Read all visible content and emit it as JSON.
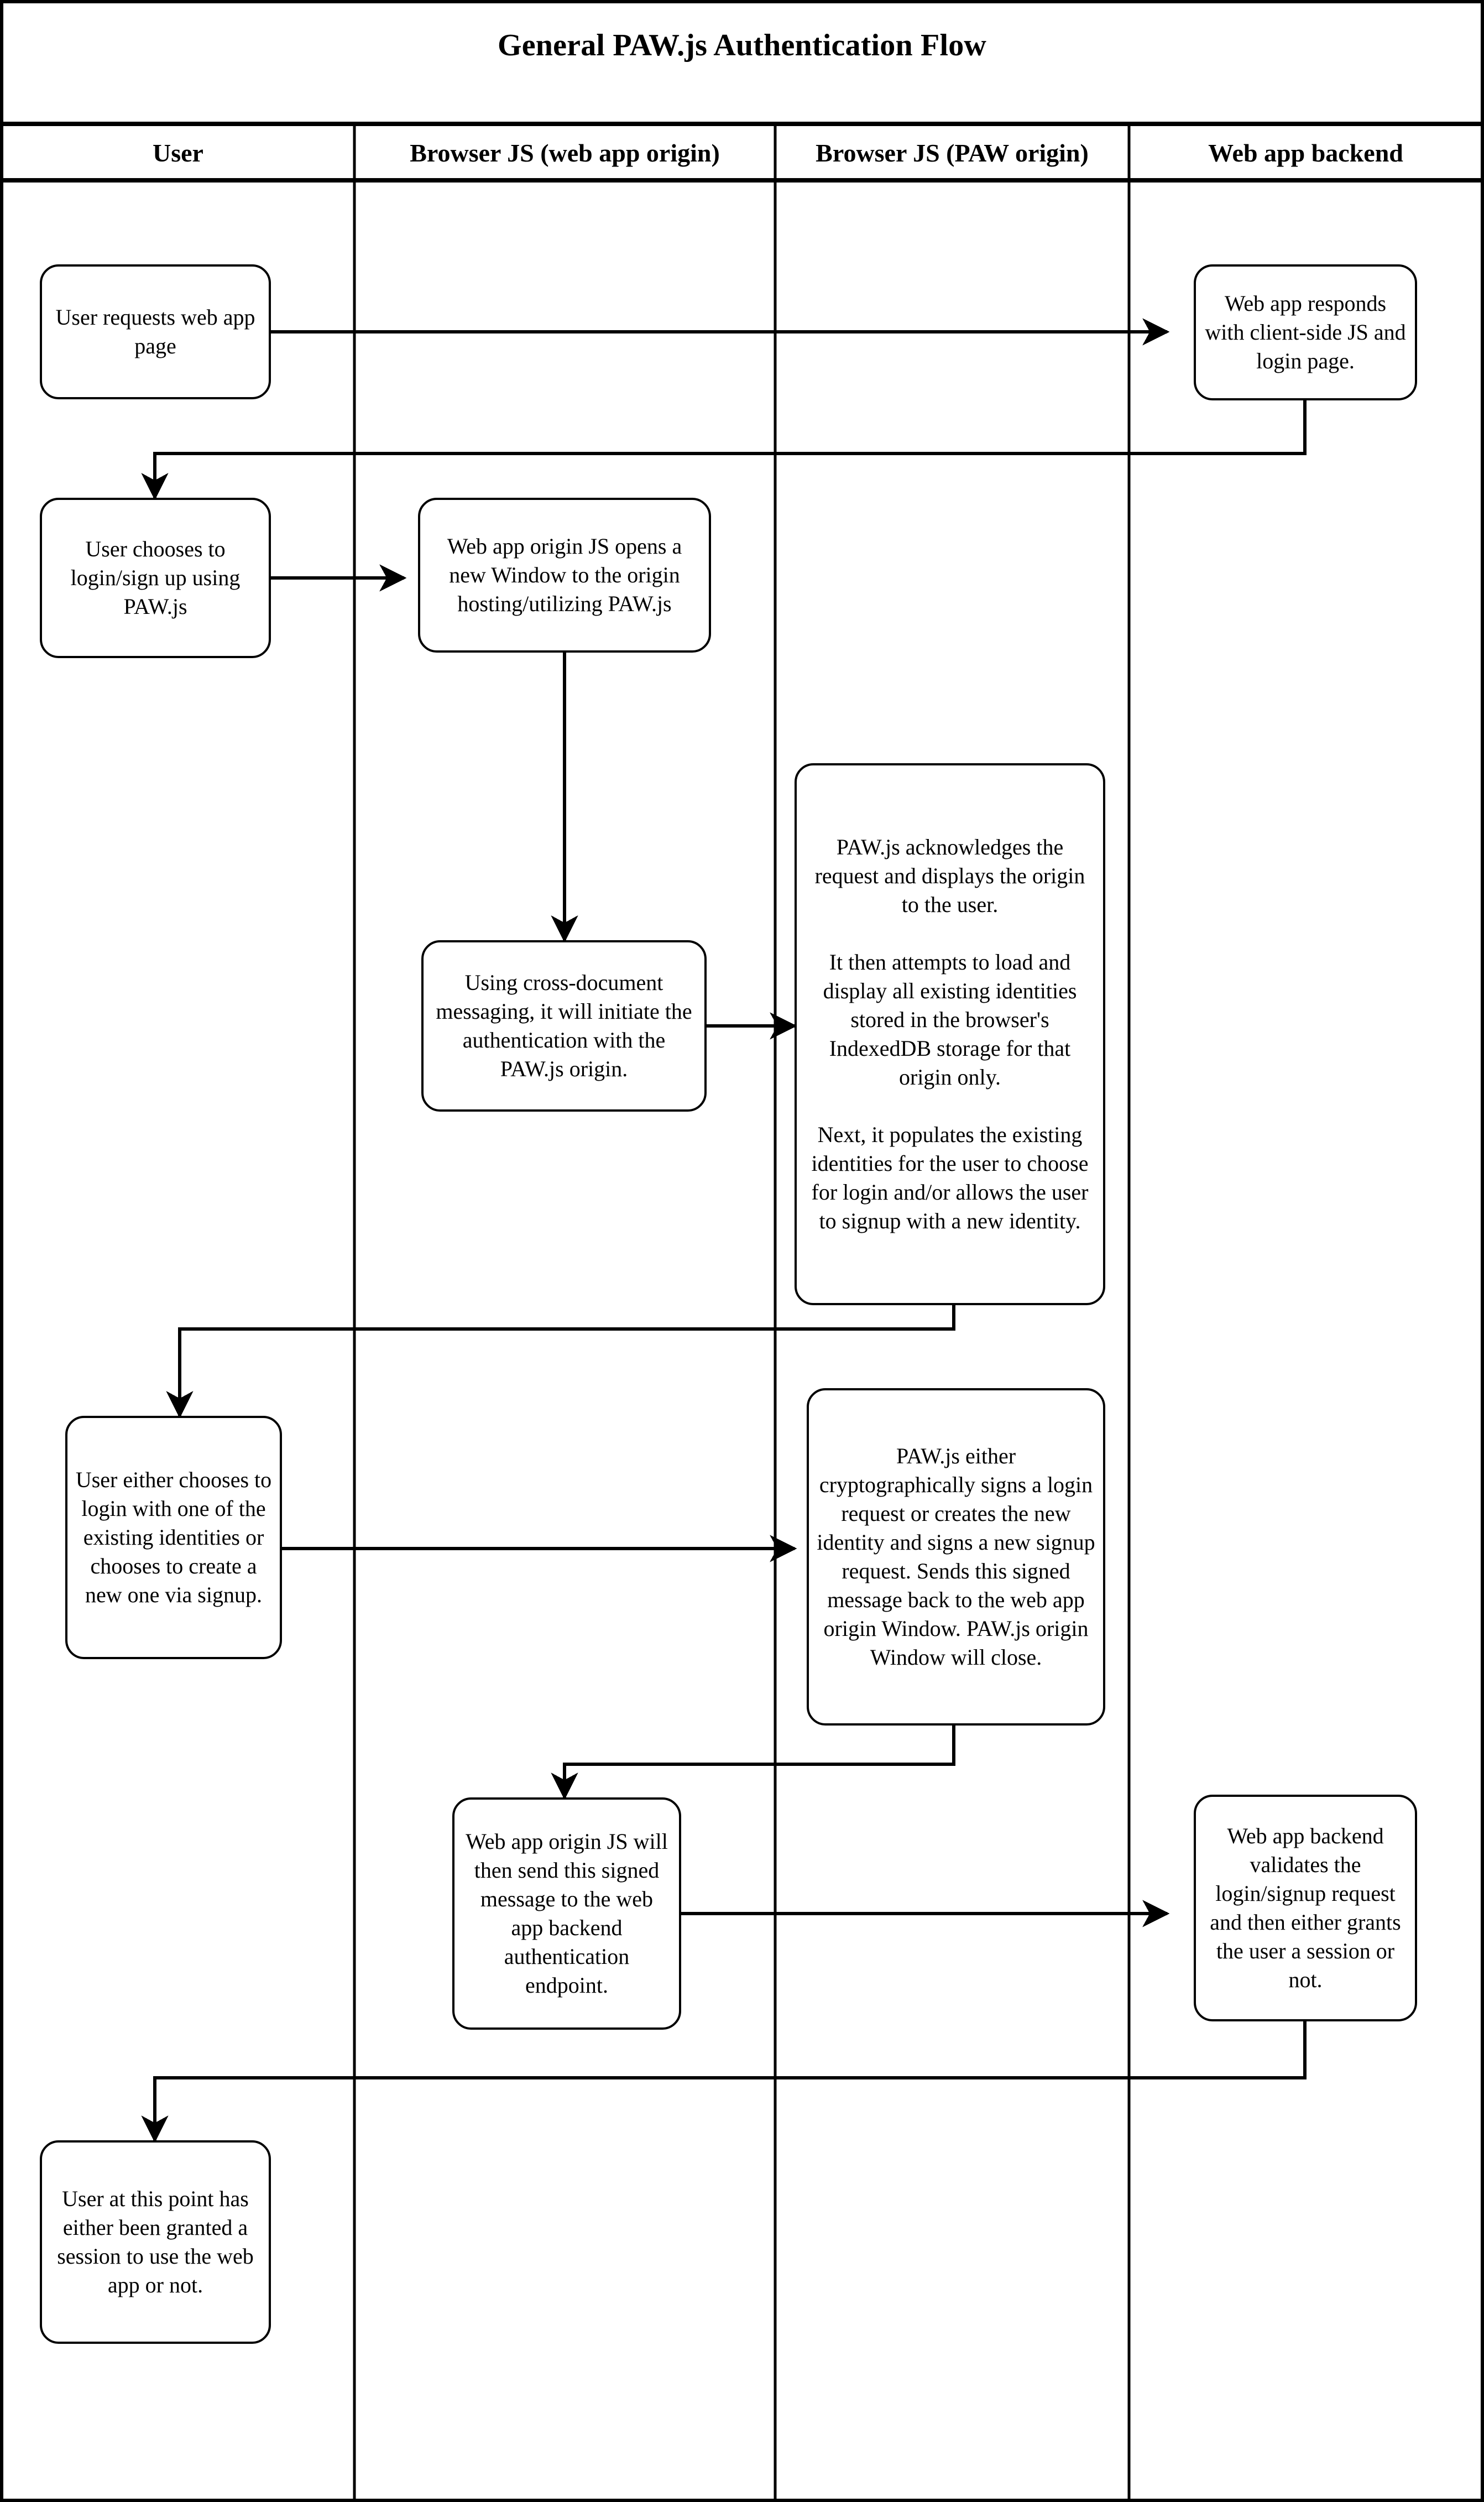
{
  "diagram": {
    "title": "General PAW.js Authentication Flow",
    "type": "swimlane-flowchart",
    "background": "#ffffff",
    "line_color": "#000000",
    "lanes": [
      {
        "id": "user",
        "label": "User"
      },
      {
        "id": "webapp_js",
        "label": "Browser JS (web app origin)"
      },
      {
        "id": "paw_js",
        "label": "Browser JS (PAW origin)"
      },
      {
        "id": "backend",
        "label": "Web app backend"
      }
    ],
    "nodes": [
      {
        "id": "n1",
        "lane": "user",
        "paragraphs": [
          "User requests web app page"
        ]
      },
      {
        "id": "n2",
        "lane": "backend",
        "paragraphs": [
          "Web app responds with client-side JS and login page."
        ]
      },
      {
        "id": "n3",
        "lane": "user",
        "paragraphs": [
          "User chooses to login/sign up using PAW.js"
        ]
      },
      {
        "id": "n4",
        "lane": "webapp_js",
        "paragraphs": [
          "Web app origin JS opens a new Window to the origin hosting/utilizing PAW.js"
        ]
      },
      {
        "id": "n5",
        "lane": "webapp_js",
        "paragraphs": [
          "Using cross-document messaging, it will initiate the authentication with the PAW.js origin."
        ]
      },
      {
        "id": "n6",
        "lane": "paw_js",
        "paragraphs": [
          "PAW.js acknowledges the request and displays the origin to the user.",
          "It then attempts to load and display all existing identities stored in the browser's IndexedDB storage for that origin only.",
          "Next, it populates the existing identities for the user to choose for login and/or allows the user to signup with a new identity."
        ]
      },
      {
        "id": "n7",
        "lane": "user",
        "paragraphs": [
          "User either chooses to login with one of the existing identities or chooses to create a new one via signup."
        ]
      },
      {
        "id": "n8",
        "lane": "paw_js",
        "paragraphs": [
          "PAW.js either cryptographically signs a login request or creates the new identity and signs a new signup request. Sends this signed message back to the web app origin Window. PAW.js origin Window will close."
        ]
      },
      {
        "id": "n9",
        "lane": "webapp_js",
        "paragraphs": [
          "Web app origin JS will then send this signed message to the web app backend authentication endpoint."
        ]
      },
      {
        "id": "n10",
        "lane": "backend",
        "paragraphs": [
          "Web app backend validates the login/signup request and then either grants the user a session or not."
        ]
      },
      {
        "id": "n11",
        "lane": "user",
        "paragraphs": [
          "User at this point has either been granted a session to use the web app or not."
        ]
      }
    ],
    "edges": [
      {
        "from": "n1",
        "to": "n2",
        "style": "horizontal-right-arrow"
      },
      {
        "from": "n2",
        "to": "n3",
        "style": "down-left-down-arrow"
      },
      {
        "from": "n3",
        "to": "n4",
        "style": "horizontal-right-arrow"
      },
      {
        "from": "n4",
        "to": "n5",
        "style": "vertical-down-arrow"
      },
      {
        "from": "n5",
        "to": "n6",
        "style": "horizontal-right-arrow"
      },
      {
        "from": "n6",
        "to": "n7",
        "style": "down-left-down-arrow"
      },
      {
        "from": "n7",
        "to": "n8",
        "style": "horizontal-right-arrow"
      },
      {
        "from": "n8",
        "to": "n9",
        "style": "down-left-down-arrow"
      },
      {
        "from": "n9",
        "to": "n10",
        "style": "horizontal-right-arrow"
      },
      {
        "from": "n10",
        "to": "n11",
        "style": "down-left-down-arrow"
      }
    ]
  }
}
